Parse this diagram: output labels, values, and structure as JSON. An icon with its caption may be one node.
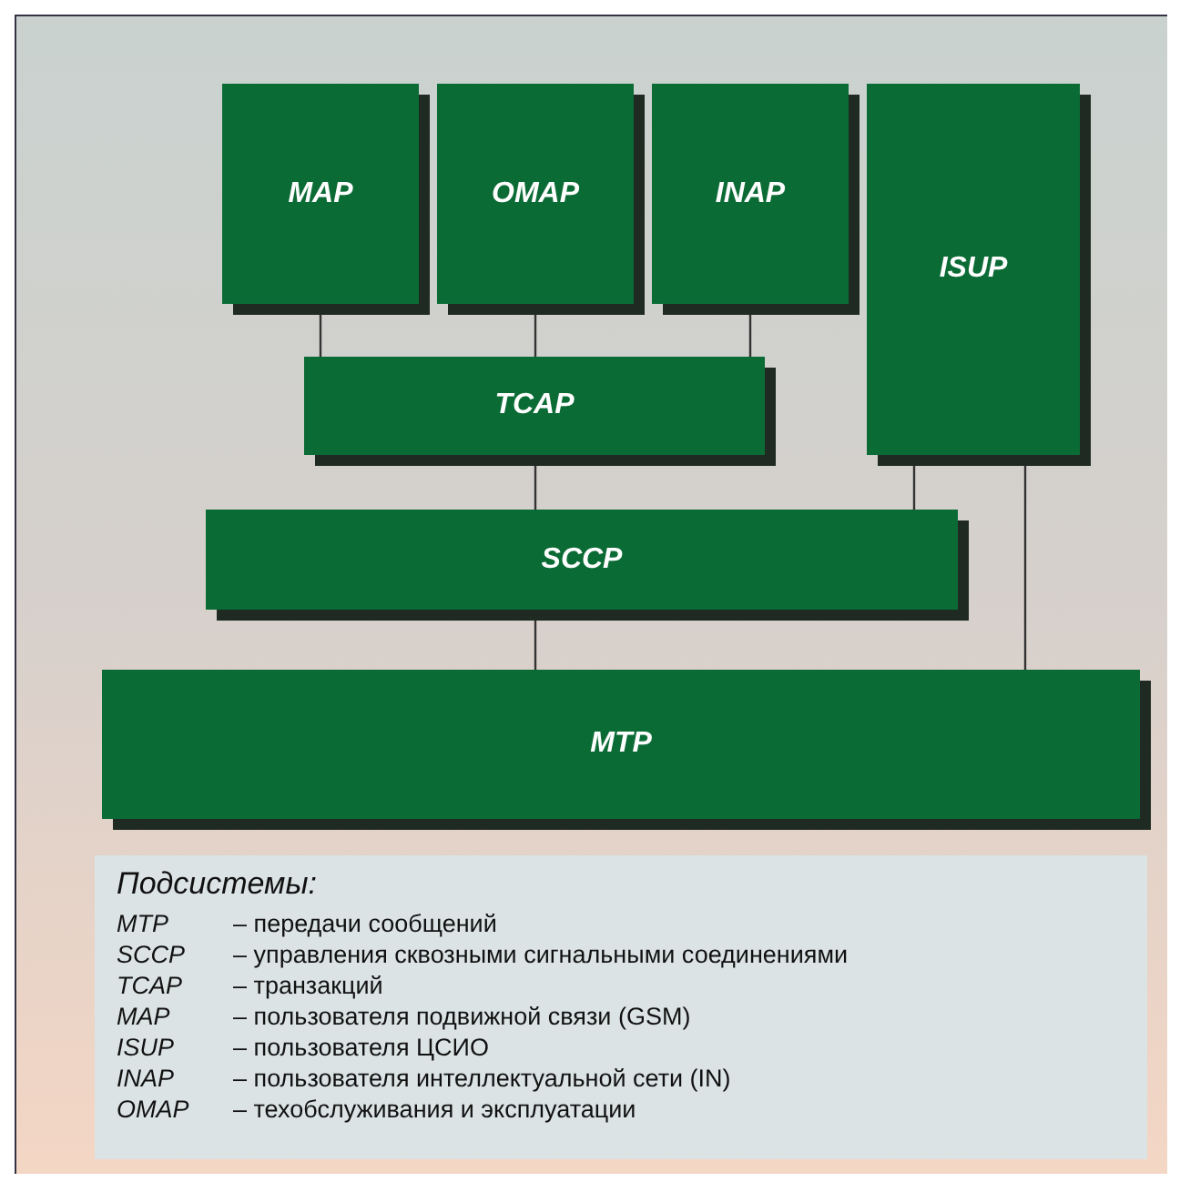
{
  "diagram": {
    "nodes": [
      {
        "text": [
          "MAP"
        ]
      },
      {
        "text": [
          "OMAP"
        ]
      },
      {
        "text": [
          "INAP"
        ]
      },
      {
        "text": [
          "ISUP"
        ]
      },
      {
        "text": [
          "TCAP"
        ]
      },
      {
        "text": [
          "SCCP"
        ]
      },
      {
        "text": [
          "MTP"
        ]
      },
      {
        "text": [
          "Подсистемы:",
          "MTP",
          "– передачи сообщений",
          "SCCP",
          "– управления сквозными сигнальными соединениями",
          "TCAP",
          "– транзакций",
          "MAP",
          "– пользователя подвижной связи (GSM)",
          "ISUP",
          "– пользователя ЦСИО",
          "INAP",
          "– пользователя интеллектуальной сети (IN)",
          "OMAP",
          "– техобслуживания и эксплуатации"
        ]
      }
    ],
    "edges": [
      {
        "from": 0,
        "to": 4,
        "arrow": "none"
      },
      {
        "from": 1,
        "to": 4,
        "arrow": "none"
      },
      {
        "from": 2,
        "to": 4,
        "arrow": "none"
      },
      {
        "from": 4,
        "to": 5,
        "arrow": "none"
      },
      {
        "from": 3,
        "to": 5,
        "arrow": "none"
      },
      {
        "from": 5,
        "to": 6,
        "arrow": "none"
      },
      {
        "from": 3,
        "to": 6,
        "arrow": "none"
      }
    ]
  }
}
